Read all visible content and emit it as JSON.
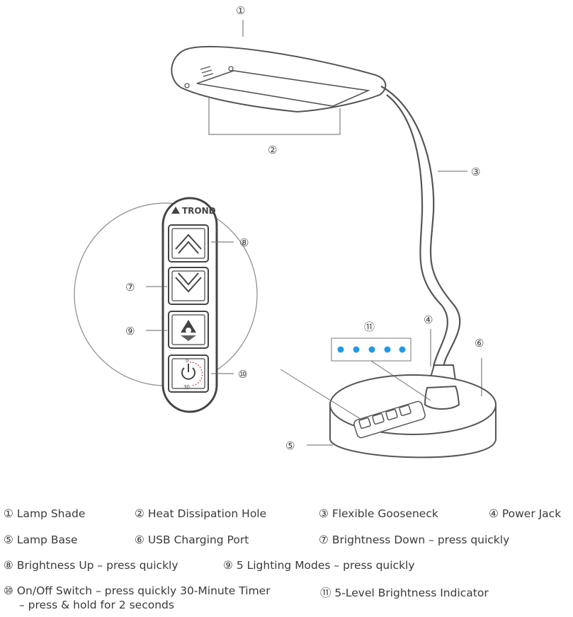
{
  "markers": {
    "m1": "①",
    "m2": "②",
    "m3": "③",
    "m4": "④",
    "m5": "⑤",
    "m6": "⑥",
    "m7": "⑦",
    "m8": "⑧",
    "m9": "⑨",
    "m10": "⑩",
    "m11": "⑪"
  },
  "panel": {
    "brand": "TROND",
    "timer_top": "0",
    "timer_bottom": "30",
    "indicator_dot_count": 5,
    "indicator_color": "#1e9be8"
  },
  "legend": {
    "lamp_shade": "① Lamp Shade",
    "heat_hole": "② Heat Dissipation Hole",
    "gooseneck": "③ Flexible Gooseneck",
    "power_jack": "④ Power Jack",
    "lamp_base": "⑤ Lamp Base",
    "usb_port": "⑥ USB Charging Port",
    "brightness_down": "⑦ Brightness Down – press quickly",
    "brightness_up": "⑧ Brightness Up – press quickly",
    "lighting_modes": "⑨ 5 Lighting Modes – press quickly",
    "onoff_line1": "⑩ On/Off Switch – press quickly 30-Minute Timer",
    "onoff_line2": "– press & hold for 2 seconds",
    "brightness_indicator": "⑪ 5-Level Brightness Indicator"
  },
  "colors": {
    "line": "#555555",
    "timer_dash": "#d64040"
  }
}
